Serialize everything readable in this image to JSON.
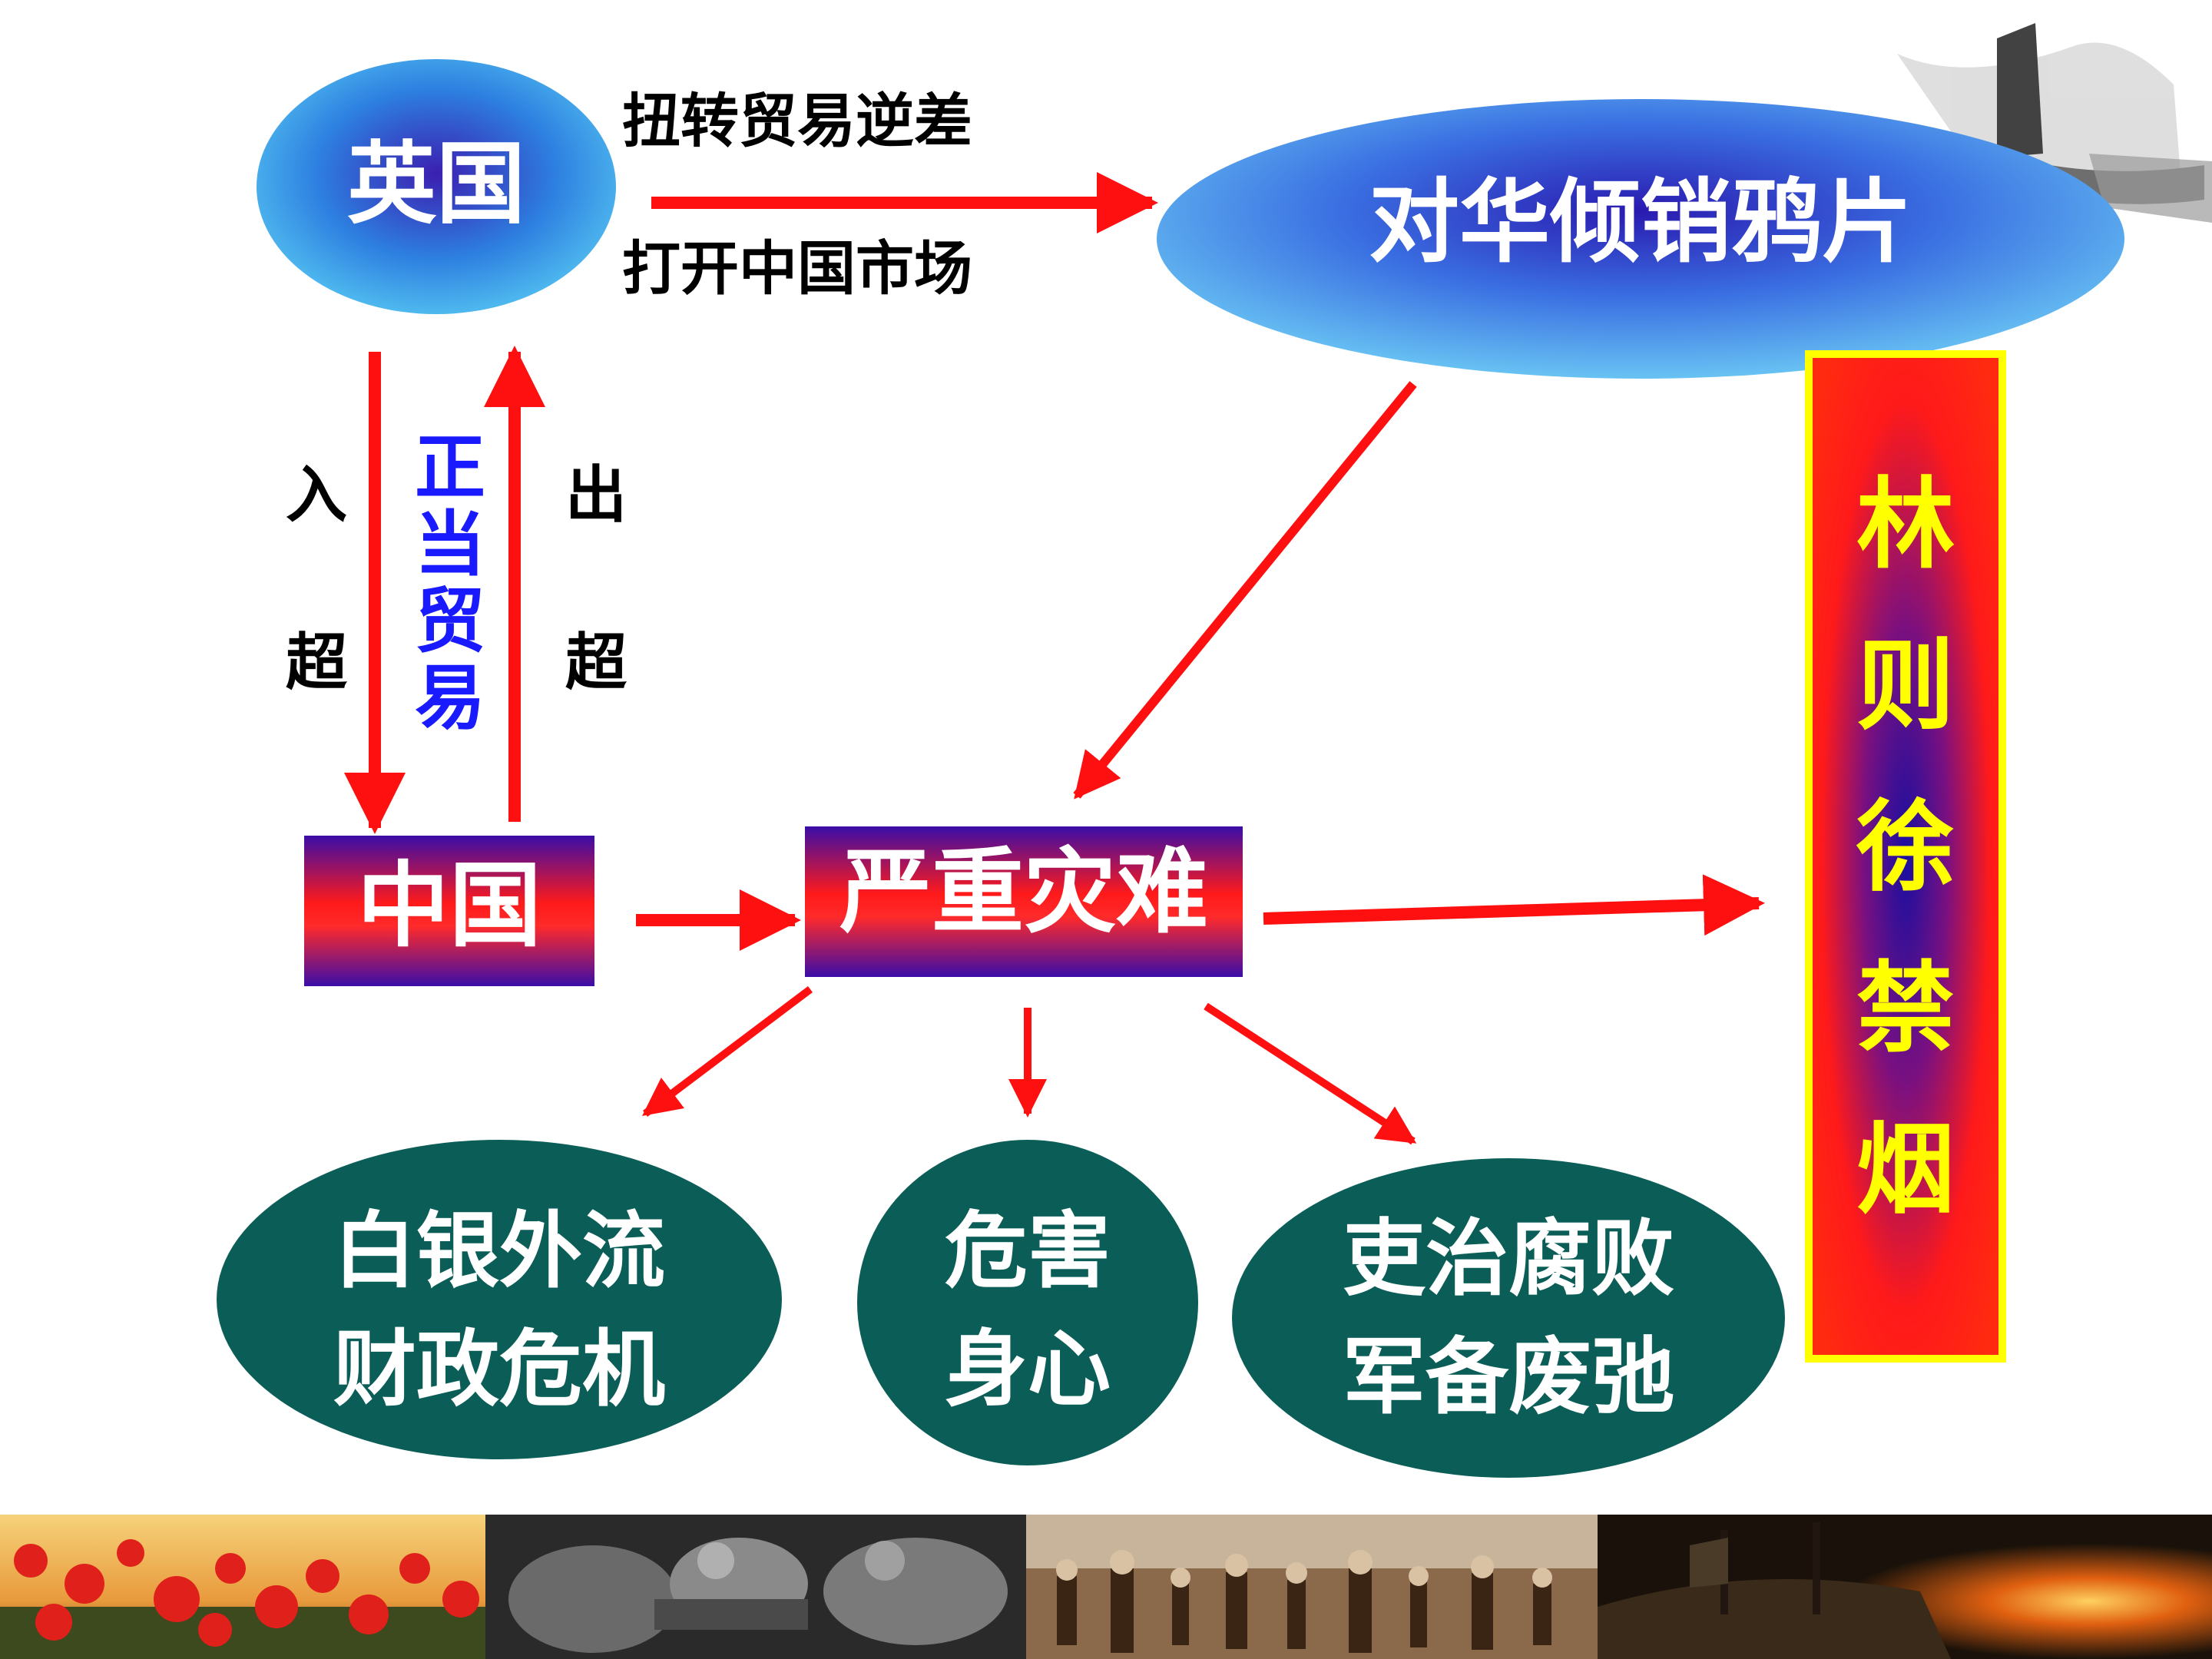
{
  "nodes": {
    "britain": "英国",
    "china": "中国",
    "opium_dumping": "对华倾销鸦片",
    "disaster": "严重灾难",
    "lin_zexu": "林则徐禁烟",
    "silver": {
      "line1": "白银外流",
      "line2": "财政危机"
    },
    "health": {
      "line1": "危害",
      "line2": "身心"
    },
    "corruption": {
      "line1": "吏治腐败",
      "line2": "军备废弛"
    }
  },
  "labels": {
    "reverse_deficit": "扭转贸易逆差",
    "open_market": "打开中国市场",
    "trade_in": "入超",
    "trade_out": "出超",
    "legit_trade": "正当贸易"
  },
  "colors": {
    "arrow": "#ff1010",
    "teal": "#0b5e57",
    "banner_yellow": "#ffff00",
    "legit_blue": "#1a1aff"
  }
}
